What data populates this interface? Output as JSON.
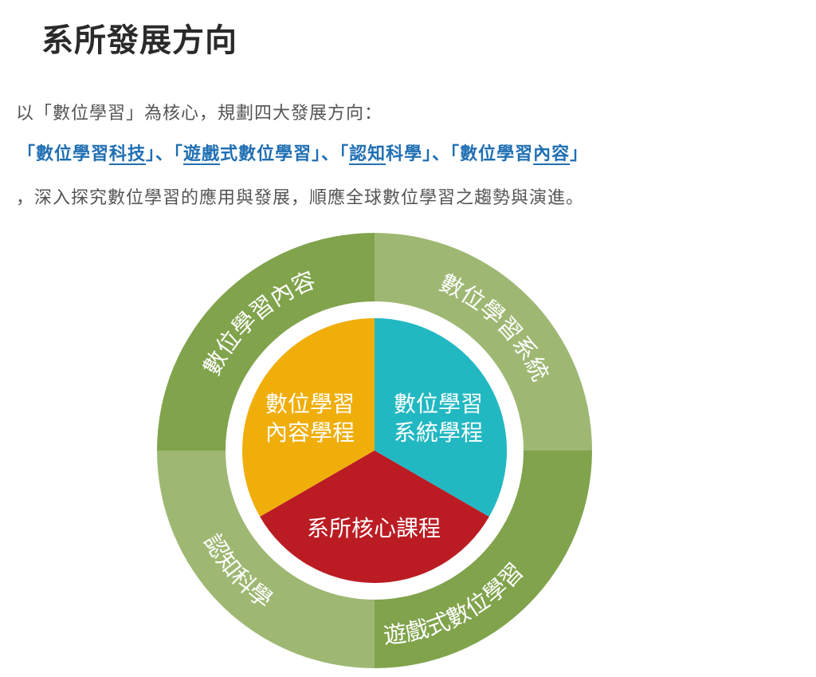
{
  "title": "系所發展方向",
  "intro": "以「數位學習」為核心，規劃四大發展方向：",
  "directions_line": [
    {
      "text": "「數位學習",
      "underline": false
    },
    {
      "text": "科技",
      "underline": true
    },
    {
      "text": "」、「",
      "underline": false
    },
    {
      "text": "遊戲",
      "underline": true
    },
    {
      "text": "式數位學習」、「",
      "underline": false
    },
    {
      "text": "認知",
      "underline": true
    },
    {
      "text": "科學」、「數位學習",
      "underline": false
    },
    {
      "text": "內容",
      "underline": true
    },
    {
      "text": "」",
      "underline": false
    }
  ],
  "closing": "，深入探究數位學習的應用與發展，順應全球數位學習之趨勢與演進。",
  "diagram": {
    "outer": {
      "top_left": "數位學習內容",
      "top_right": "數位學習系統",
      "bottom_right": "遊戲式數位學習",
      "bottom_left": "認知科學"
    },
    "inner": {
      "content": [
        "數位學習",
        "內容學程"
      ],
      "system": [
        "數位學習",
        "系統學程"
      ],
      "core": "系所核心課程"
    },
    "colors": {
      "green_dark": "#80a34c",
      "green_light": "#9eb873",
      "yellow": "#f0ae0b",
      "teal": "#22b8c2",
      "red": "#bb1c23"
    }
  }
}
